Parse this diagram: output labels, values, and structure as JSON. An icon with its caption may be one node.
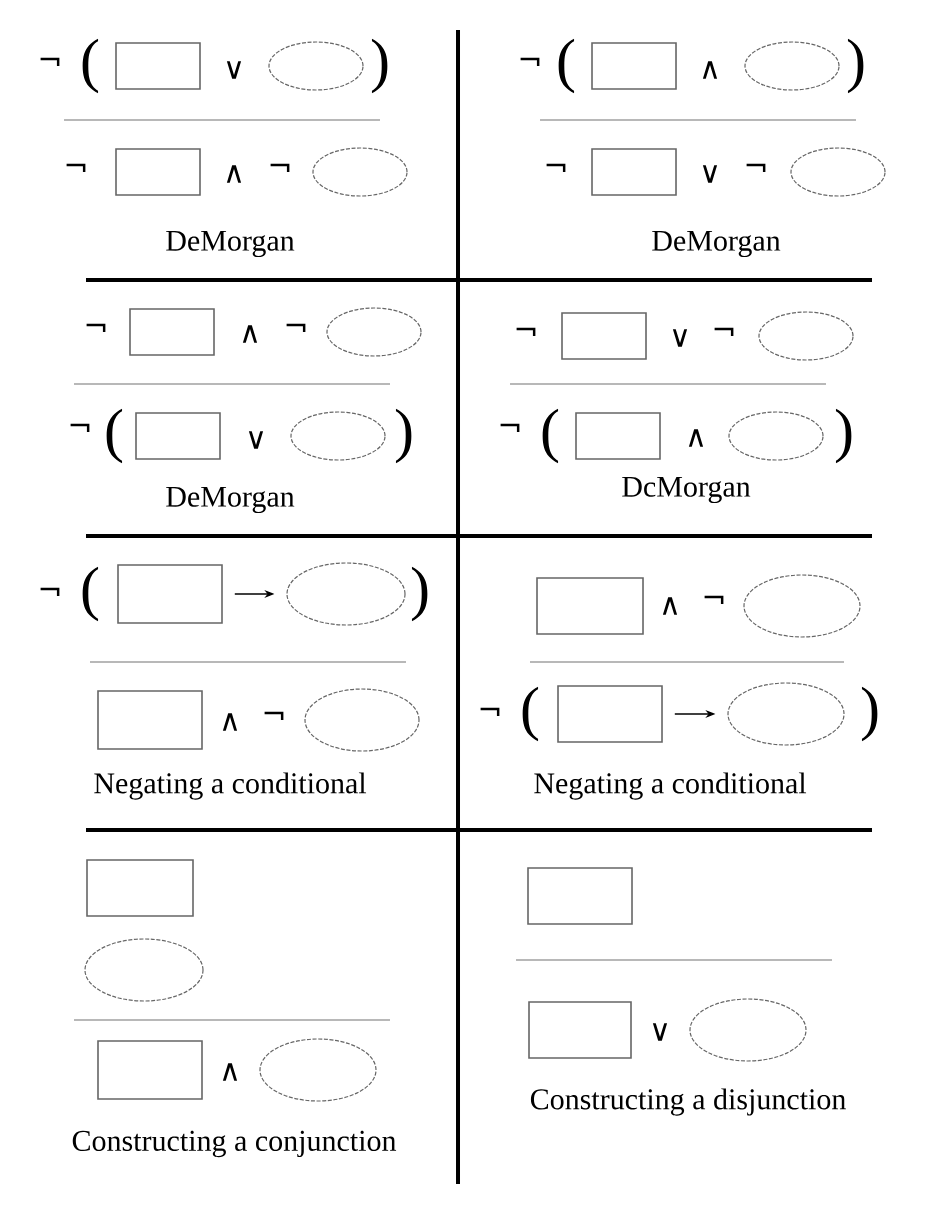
{
  "diagram": {
    "nodes": [
      {
        "text": [],
        "shape": "box"
      },
      {
        "text": [],
        "shape": "ellipse"
      },
      {
        "text": [],
        "shape": "box"
      },
      {
        "text": [],
        "shape": "ellipse"
      },
      {
        "text": [],
        "shape": "box"
      },
      {
        "text": [],
        "shape": "ellipse"
      },
      {
        "text": [],
        "shape": "box"
      },
      {
        "text": [],
        "shape": "ellipse"
      },
      {
        "text": [],
        "shape": "box"
      },
      {
        "text": [],
        "shape": "ellipse"
      },
      {
        "text": [],
        "shape": "box"
      },
      {
        "text": [],
        "shape": "ellipse"
      },
      {
        "text": [],
        "shape": "box"
      },
      {
        "text": [],
        "shape": "ellipse"
      },
      {
        "text": [],
        "shape": "box"
      },
      {
        "text": [],
        "shape": "ellipse"
      },
      {
        "text": [],
        "shape": "box"
      },
      {
        "text": [],
        "shape": "ellipse"
      },
      {
        "text": [],
        "shape": "box"
      },
      {
        "text": [],
        "shape": "ellipse"
      },
      {
        "text": [],
        "shape": "box"
      },
      {
        "text": [],
        "shape": "ellipse"
      },
      {
        "text": [],
        "shape": "box"
      },
      {
        "text": [],
        "shape": "ellipse"
      },
      {
        "text": [],
        "shape": "box"
      },
      {
        "text": [],
        "shape": "ellipse"
      },
      {
        "text": [],
        "shape": "box"
      },
      {
        "text": [],
        "shape": "ellipse"
      },
      {
        "text": [],
        "shape": "box"
      },
      {
        "text": [],
        "shape": "box"
      },
      {
        "text": [],
        "shape": "ellipse"
      }
    ],
    "edges": [
      {
        "from": 16,
        "to": 17,
        "arrow": "to"
      },
      {
        "from": 22,
        "to": 23,
        "arrow": "to"
      }
    ],
    "labels": [
      "¬",
      "(",
      "∨",
      ")",
      "¬",
      "∧",
      "¬",
      "DeMorgan",
      "¬",
      "(",
      "∧",
      ")",
      "¬",
      "∨",
      "¬",
      "DeMorgan",
      "¬",
      "∧",
      "¬",
      "¬",
      "(",
      "∨",
      ")",
      "DeMorgan",
      "¬",
      "∨",
      "¬",
      "¬",
      "(",
      "∧",
      ")",
      "DcMorgan",
      "¬",
      "(",
      ")",
      "∧",
      "¬",
      "Negating a conditional",
      "∧",
      "¬",
      "¬",
      "(",
      ")",
      "Negating a conditional",
      "∧",
      "Constructing a conjunction",
      "∨",
      "Constructing a disjunction"
    ]
  }
}
